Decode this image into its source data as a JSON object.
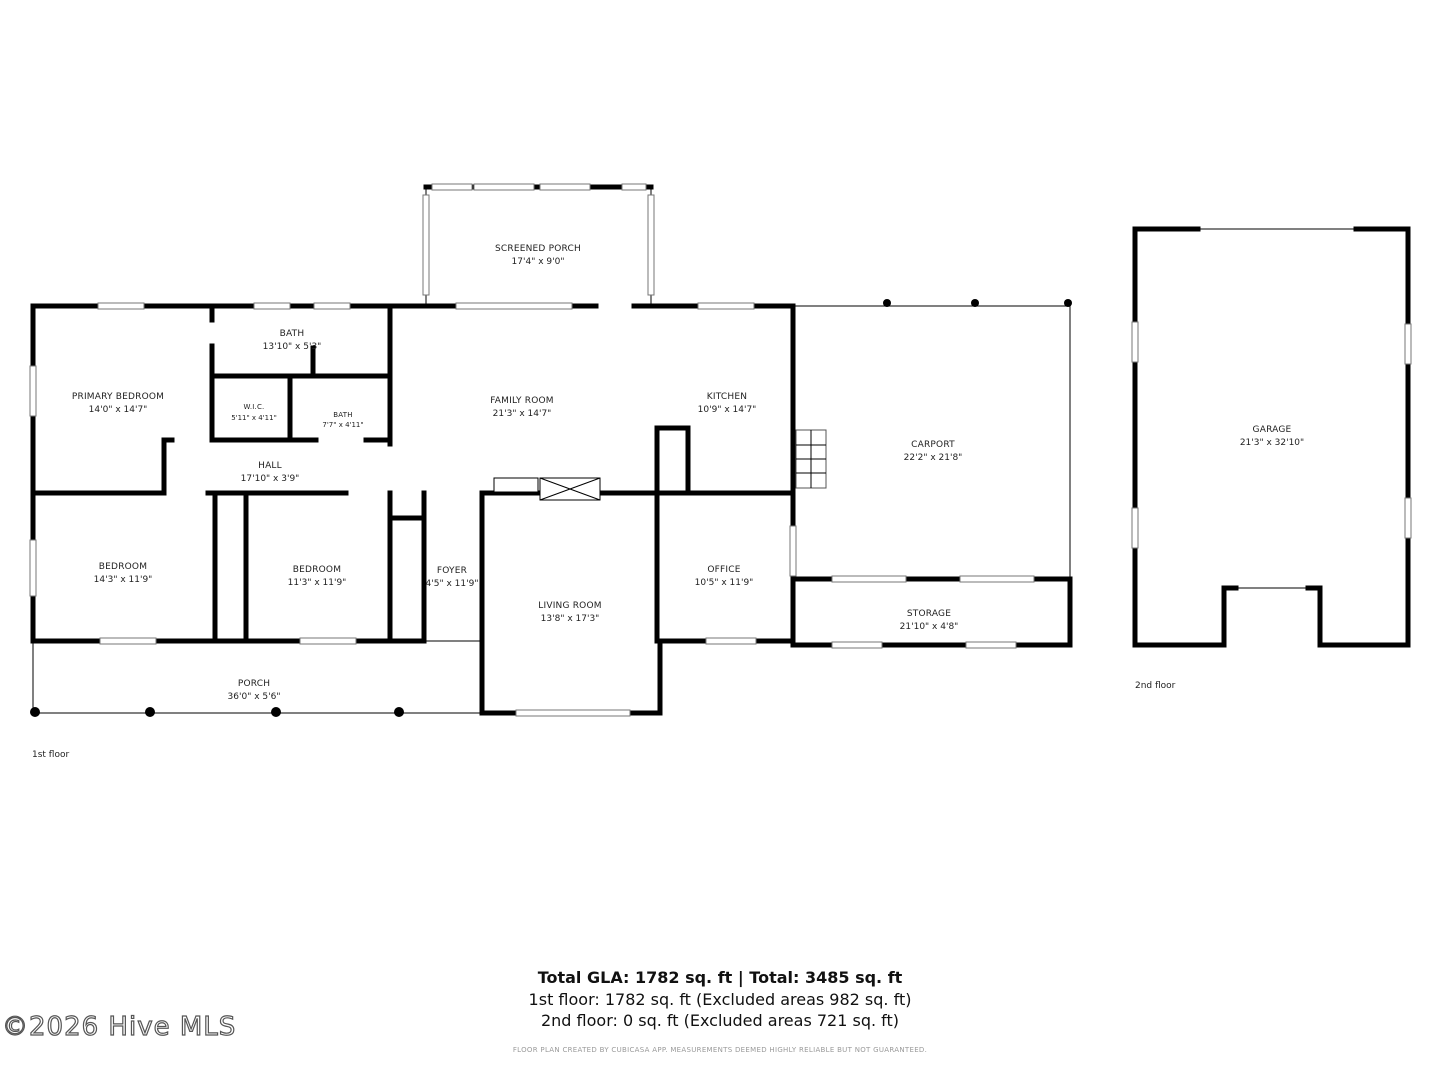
{
  "rooms": [
    {
      "id": "screened-porch",
      "name": "SCREENED PORCH",
      "dim": "17'4\" x 9'0\""
    },
    {
      "id": "bath-main",
      "name": "BATH",
      "dim": "13'10\" x 5'3\""
    },
    {
      "id": "primary-bedroom",
      "name": "PRIMARY BEDROOM",
      "dim": "14'0\" x 14'7\""
    },
    {
      "id": "wic",
      "name": "W.I.C.",
      "dim": "5'11\" x 4'11\""
    },
    {
      "id": "bath-small",
      "name": "BATH",
      "dim": "7'7\" x 4'11\""
    },
    {
      "id": "family-room",
      "name": "FAMILY ROOM",
      "dim": "21'3\" x 14'7\""
    },
    {
      "id": "kitchen",
      "name": "KITCHEN",
      "dim": "10'9\" x 14'7\""
    },
    {
      "id": "carport",
      "name": "CARPORT",
      "dim": "22'2\" x 21'8\""
    },
    {
      "id": "hall",
      "name": "HALL",
      "dim": "17'10\" x 3'9\""
    },
    {
      "id": "bedroom-1",
      "name": "BEDROOM",
      "dim": "14'3\" x 11'9\""
    },
    {
      "id": "bedroom-2",
      "name": "BEDROOM",
      "dim": "11'3\" x 11'9\""
    },
    {
      "id": "foyer",
      "name": "FOYER",
      "dim": "4'5\" x 11'9\""
    },
    {
      "id": "living-room",
      "name": "LIVING ROOM",
      "dim": "13'8\" x 17'3\""
    },
    {
      "id": "office",
      "name": "OFFICE",
      "dim": "10'5\" x 11'9\""
    },
    {
      "id": "storage",
      "name": "STORAGE",
      "dim": "21'10\" x 4'8\""
    },
    {
      "id": "porch",
      "name": "PORCH",
      "dim": "36'0\" x 5'6\""
    },
    {
      "id": "garage",
      "name": "GARAGE",
      "dim": "21'3\" x 32'10\""
    }
  ],
  "floors": {
    "first": "1st floor",
    "second": "2nd floor"
  },
  "summary": {
    "total": "Total GLA: 1782 sq. ft | Total: 3485 sq. ft",
    "first": "1st floor: 1782 sq. ft (Excluded areas 982 sq. ft)",
    "second": "2nd floor: 0 sq. ft (Excluded areas 721 sq. ft)"
  },
  "disclaimer": "FLOOR PLAN CREATED BY CUBICASA APP. MEASUREMENTS DEEMED HIGHLY RELIABLE BUT NOT GUARANTEED.",
  "watermark": "©2026 Hive MLS"
}
